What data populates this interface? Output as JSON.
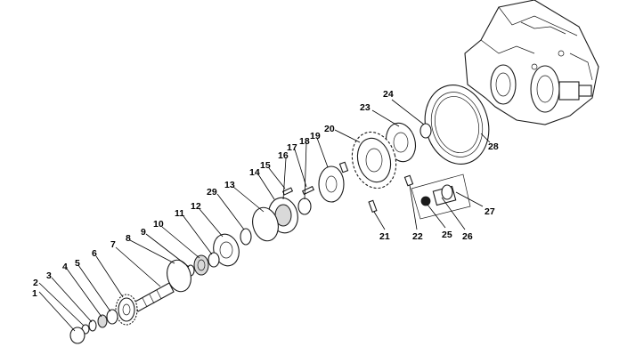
{
  "diagram": {
    "callouts": [
      "1",
      "2",
      "3",
      "4",
      "5",
      "6",
      "7",
      "8",
      "9",
      "10",
      "11",
      "12",
      "13",
      "14",
      "15",
      "16",
      "17",
      "18",
      "19",
      "20",
      "21",
      "22",
      "23",
      "24",
      "25",
      "26",
      "27",
      "28",
      "29"
    ],
    "colors": {
      "line": "#1a1a1a",
      "background": "#ffffff",
      "shade": "#d9d9d9"
    }
  }
}
